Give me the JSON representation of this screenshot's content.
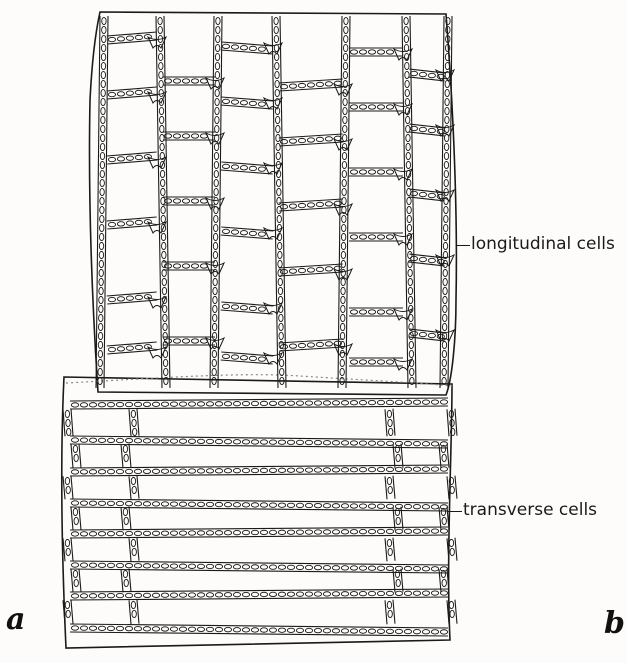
{
  "figure": {
    "labels": {
      "longitudinal": "longitudinal cells",
      "transverse": "transverse cells"
    },
    "panel_letters": {
      "left": "a",
      "right": "b"
    },
    "ink_color": "#1a1a1a",
    "paper_color": "#fdfcfb"
  }
}
